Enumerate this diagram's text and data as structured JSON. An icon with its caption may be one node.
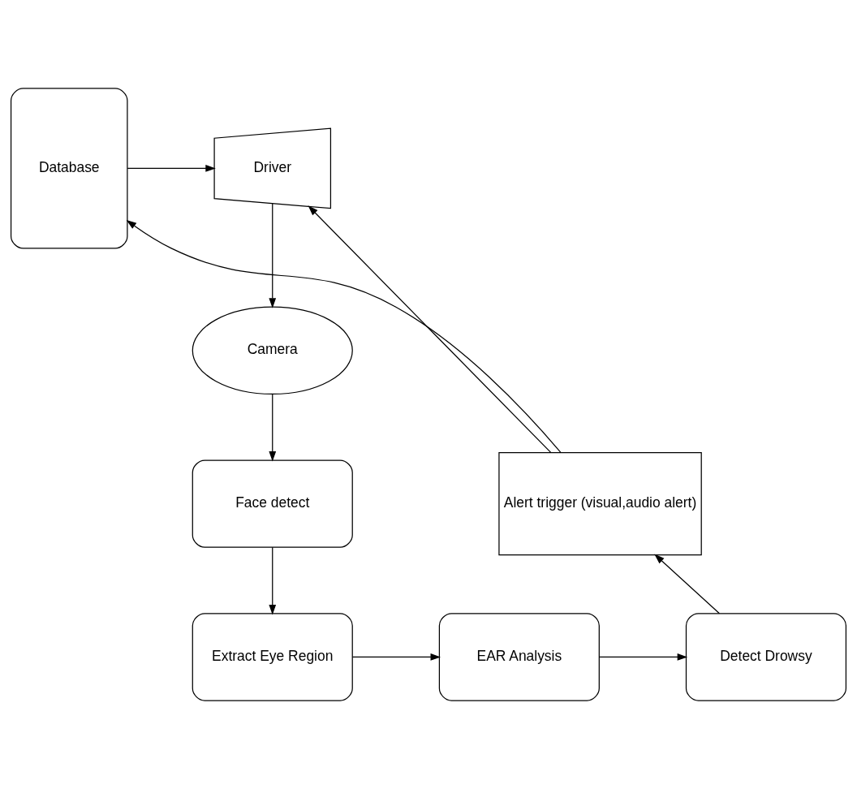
{
  "diagram": {
    "nodes": [
      {
        "text": [
          "Driver"
        ]
      },
      {
        "text": [
          "Database"
        ]
      },
      {
        "text": [
          "Camera"
        ]
      },
      {
        "text": [
          "Face detect"
        ]
      },
      {
        "text": [
          "Extract Eye Region"
        ]
      },
      {
        "text": [
          "EAR Analysis"
        ]
      },
      {
        "text": [
          "Detect Drowsy"
        ]
      },
      {
        "text": [
          "Alert trigger (visual,audio alert)"
        ]
      }
    ],
    "edges": [
      {
        "from": 1,
        "to": 0,
        "arrow": "to"
      },
      {
        "from": 0,
        "to": 2,
        "arrow": "to"
      },
      {
        "from": 2,
        "to": 3,
        "arrow": "to"
      },
      {
        "from": 3,
        "to": 4,
        "arrow": "to"
      },
      {
        "from": 4,
        "to": 5,
        "arrow": "to"
      },
      {
        "from": 5,
        "to": 6,
        "arrow": "to"
      },
      {
        "from": 6,
        "to": 7,
        "arrow": "to"
      },
      {
        "from": 7,
        "to": 1,
        "arrow": "to"
      },
      {
        "from": 7,
        "to": 0,
        "arrow": "to"
      }
    ]
  }
}
